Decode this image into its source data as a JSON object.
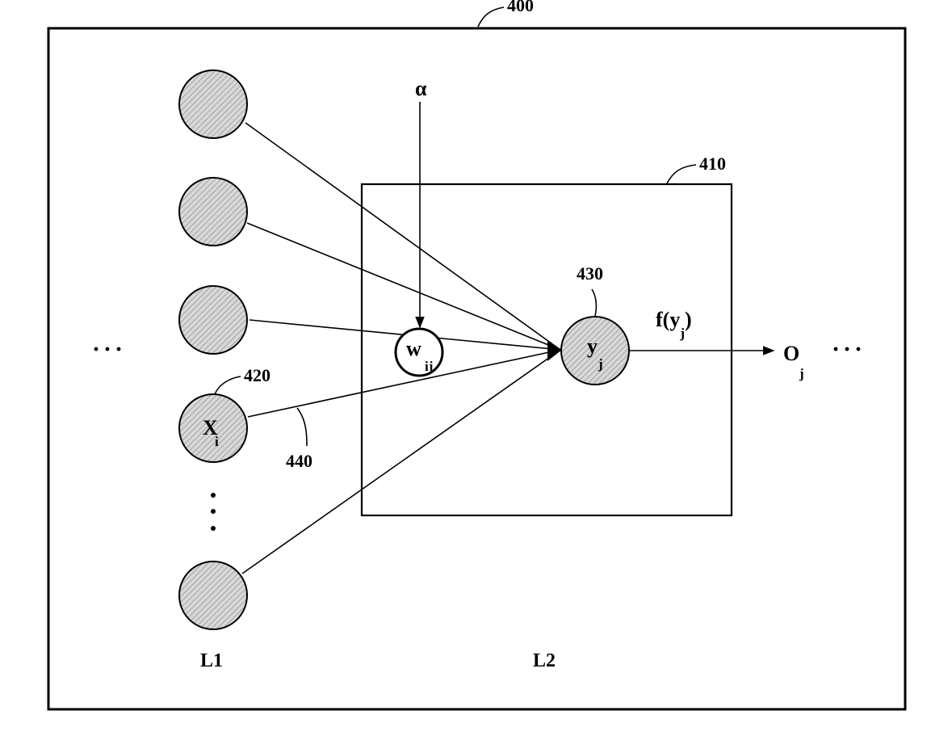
{
  "figure": {
    "ref_outer": "400",
    "ref_inner_box": "410",
    "ref_input_node": "420",
    "ref_output_node": "430",
    "ref_connection": "440"
  },
  "layers": {
    "input": "L1",
    "hidden": "L2"
  },
  "symbols": {
    "alpha": "α",
    "weight": "w",
    "weight_sub": "ij",
    "input": "X",
    "input_sub": "i",
    "sum": "y",
    "sum_sub": "j",
    "activation_prefix": "f(y",
    "activation_sub": "j",
    "activation_suffix": ")",
    "output": "O",
    "output_sub": "j"
  },
  "ellipsis": {
    "left": "···",
    "right": "···"
  },
  "colors": {
    "line": "#000000",
    "node_fill": "#d8d8d8",
    "background": "#ffffff"
  }
}
